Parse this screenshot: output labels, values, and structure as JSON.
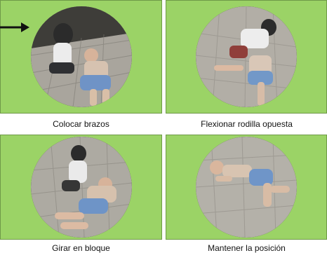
{
  "steps": [
    {
      "caption": "Colocar brazos"
    },
    {
      "caption": "Flexionar rodilla opuesta"
    },
    {
      "caption": "Girar en bloque"
    },
    {
      "caption": "Mantener la posición"
    }
  ],
  "colors": {
    "panel_background": "#9bd366",
    "caption_text": "#111111"
  },
  "icons": {
    "arrow": "arrow-right-icon"
  }
}
